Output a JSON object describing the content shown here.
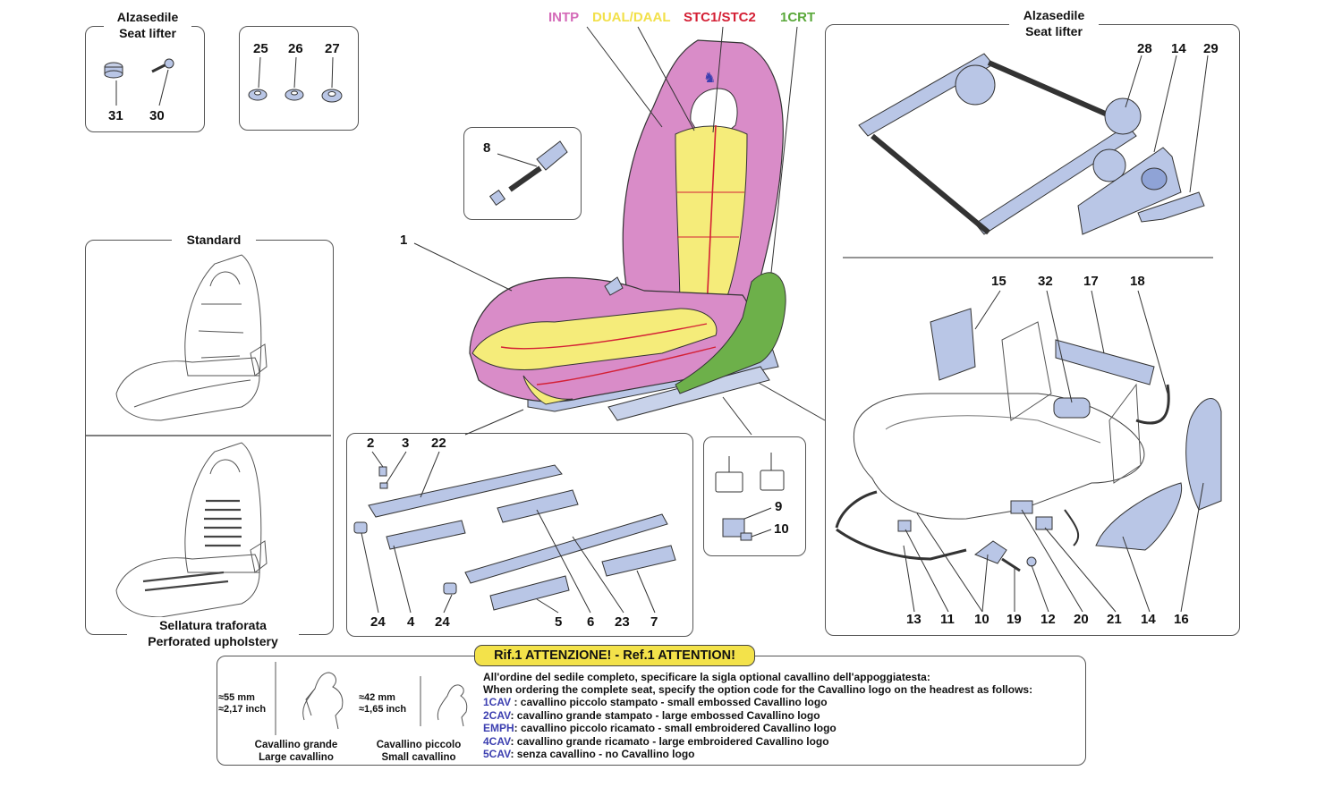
{
  "legend": [
    {
      "label": "INTP",
      "color": "#d46ab8"
    },
    {
      "label": "DUAL/DAAL",
      "color": "#f2e04a"
    },
    {
      "label": "STC1/STC2",
      "color": "#d42035"
    },
    {
      "label": "1CRT",
      "color": "#5aa83a"
    }
  ],
  "colors": {
    "upholstery_pink": "#d98cc8",
    "upholstery_yellow": "#f5ec7a",
    "stitch_red": "#d42035",
    "side_green": "#6db04a",
    "part_blue": "#b9c6e6",
    "notice_yellow": "#f3e24a",
    "code_blue": "#3c3fb0"
  },
  "top_left_lifter": {
    "title_it": "Alzasedile",
    "title_en": "Seat lifter",
    "parts": [
      "31",
      "30"
    ]
  },
  "top_small_box": {
    "parts": [
      "25",
      "26",
      "27"
    ]
  },
  "belt_box": {
    "parts": [
      "8"
    ]
  },
  "main_seat": {
    "parts": [
      "1"
    ]
  },
  "right_lifter": {
    "title_it": "Alzasedile",
    "title_en": "Seat lifter",
    "parts": [
      "28",
      "14",
      "29"
    ]
  },
  "left_panel": {
    "top_title": "Standard",
    "bottom_title_it": "Sellatura traforata",
    "bottom_title_en": "Perforated upholstery"
  },
  "rails_box": {
    "parts": [
      "2",
      "3",
      "22",
      "24",
      "4",
      "24",
      "5",
      "6",
      "23",
      "7"
    ]
  },
  "connector_box": {
    "parts": [
      "9",
      "10"
    ]
  },
  "right_bottom": {
    "top_parts": [
      "15",
      "32",
      "17",
      "18"
    ],
    "bottom_parts": [
      "13",
      "11",
      "10",
      "19",
      "12",
      "20",
      "21",
      "14",
      "16"
    ]
  },
  "notice": {
    "title": "Rif.1 ATTENZIONE! - Ref.1 ATTENTION!",
    "line_it": "All'ordine del sedile completo, specificare la sigla optional cavallino dell'appoggiatesta:",
    "line_en": "When ordering the complete seat, specify the option code for the Cavallino logo on the headrest as follows:",
    "codes": [
      {
        "code": "1CAV",
        "text": " : cavallino piccolo stampato - small embossed Cavallino logo"
      },
      {
        "code": "2CAV",
        "text": ": cavallino grande stampato - large embossed Cavallino logo"
      },
      {
        "code": "EMPH",
        "text": ": cavallino piccolo ricamato - small embroidered Cavallino logo"
      },
      {
        "code": "4CAV",
        "text": ": cavallino grande ricamato - large embroidered Cavallino logo"
      },
      {
        "code": "5CAV",
        "text": ": senza cavallino - no Cavallino logo"
      }
    ],
    "large_logo": {
      "dim_mm": "≈55 mm",
      "dim_inch": "≈2,17 inch",
      "caption_it": "Cavallino grande",
      "caption_en": "Large cavallino"
    },
    "small_logo": {
      "dim_mm": "≈42 mm",
      "dim_inch": "≈1,65 inch",
      "caption_it": "Cavallino piccolo",
      "caption_en": "Small cavallino"
    }
  }
}
